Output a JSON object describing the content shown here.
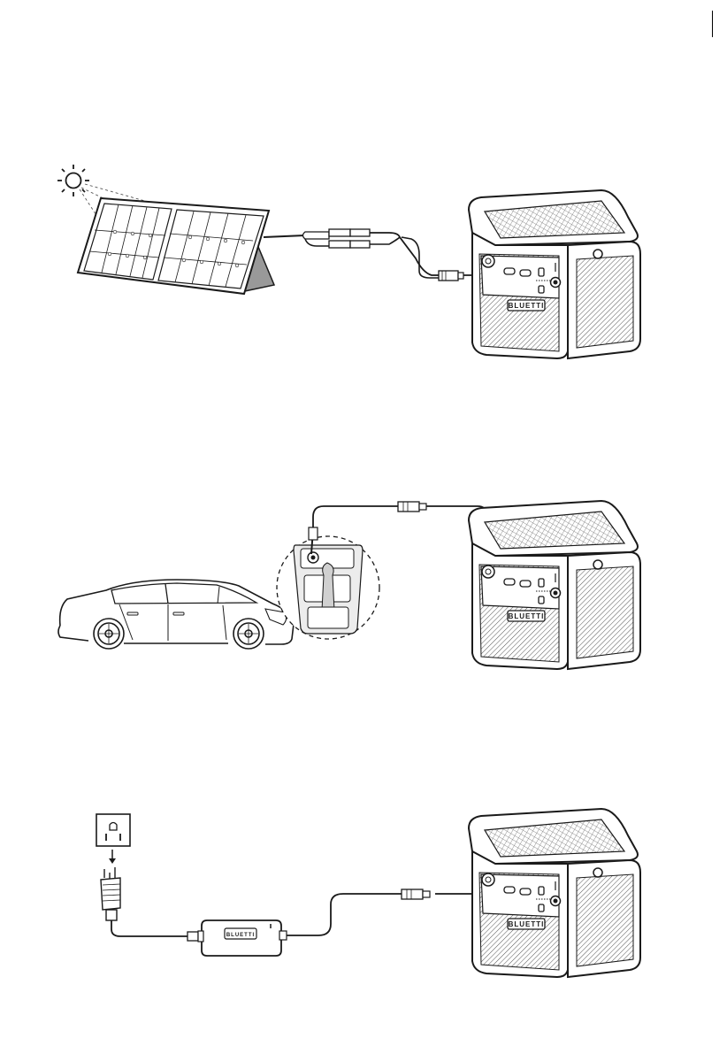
{
  "brand": {
    "logo_text": "BLUETTI",
    "adapter_logo_text": "BLUETTI"
  },
  "colors": {
    "line": "#1a1a1a",
    "fill_light": "#ffffff",
    "hatch": "#444444",
    "panel_face": "#f2f2f2"
  },
  "sections": [
    {
      "name": "solar-charging",
      "source": "solar panel",
      "target": "power station"
    },
    {
      "name": "car-charging",
      "source": "car cigarette lighter socket",
      "target": "power station"
    },
    {
      "name": "ac-adapter-charging",
      "source": "wall outlet",
      "target": "power station"
    }
  ]
}
